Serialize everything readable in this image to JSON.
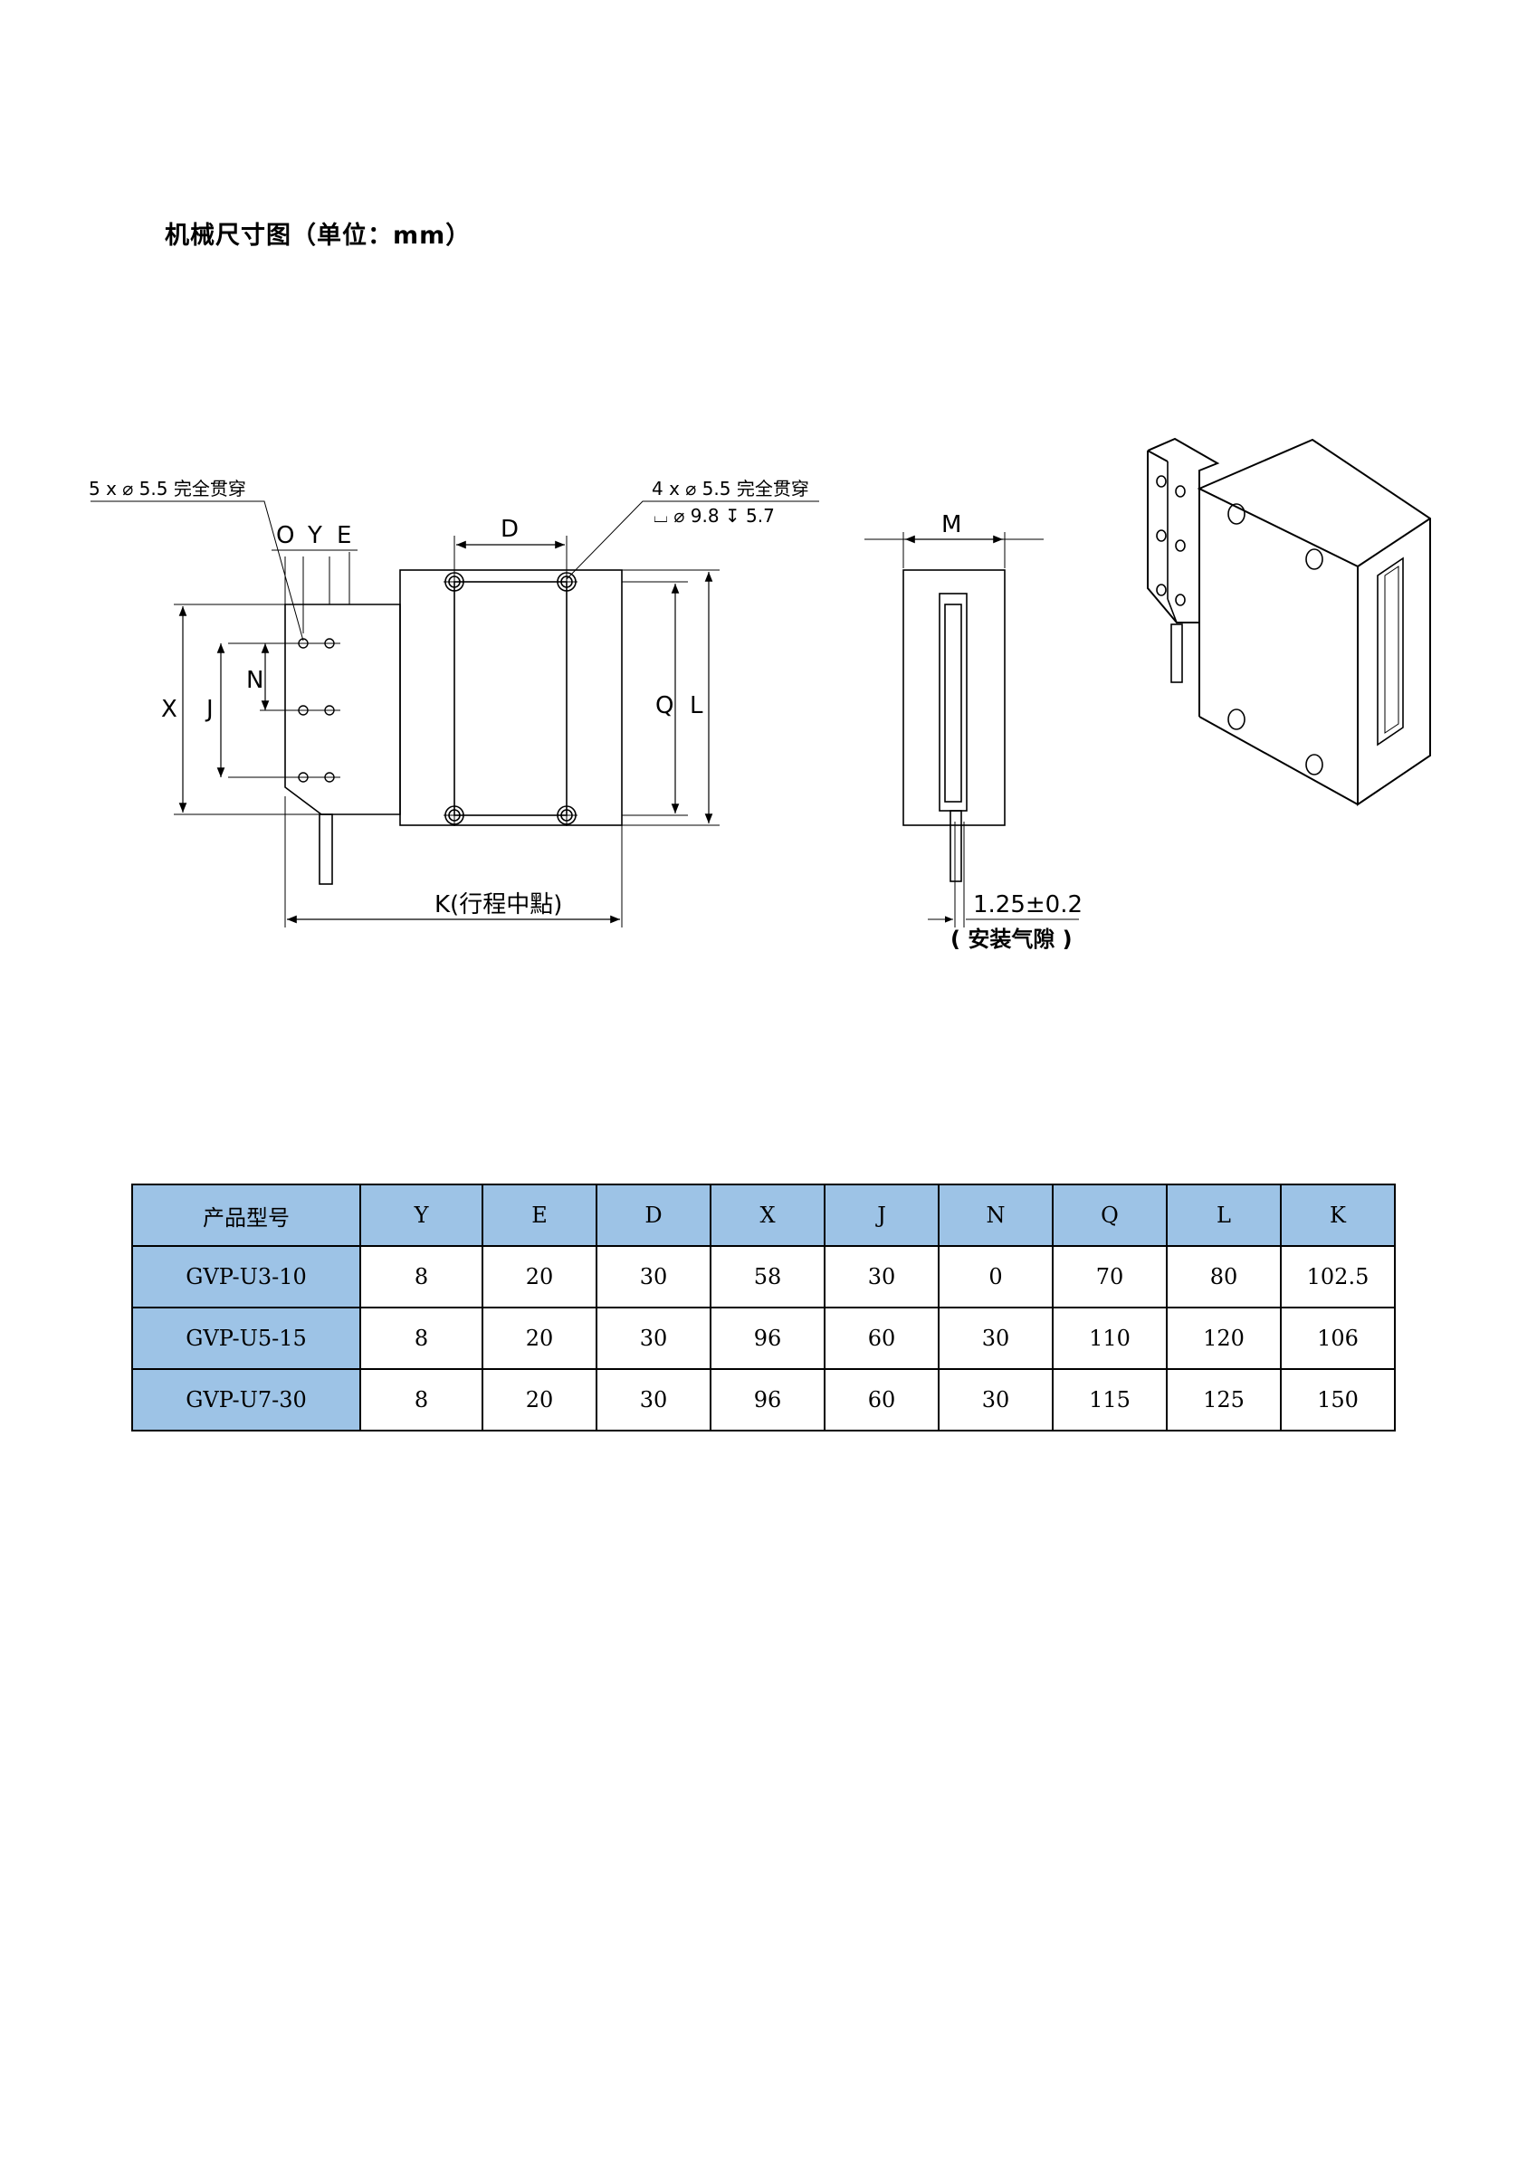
{
  "heading": "机械尺寸图（单位：mm）",
  "drawing": {
    "note_5x": "5 x ⌀ 5.5 完全贯穿",
    "note_4x": "4 x ⌀ 5.5 完全贯穿",
    "note_cbore": "⌴ ⌀ 9.8 ↧ 5.7",
    "labels": {
      "O": "O",
      "Y": "Y",
      "E": "E",
      "D": "D",
      "X": "X",
      "J": "J",
      "N": "N",
      "Q": "Q",
      "L": "L",
      "M": "M",
      "K": "K(行程中點)",
      "gap": "1.25±0.2",
      "gap_note": "( 安装气隙 )"
    }
  },
  "table": {
    "headers": [
      "产品型号",
      "Y",
      "E",
      "D",
      "X",
      "J",
      "N",
      "Q",
      "L",
      "K"
    ],
    "rows": [
      [
        "GVP-U3-10",
        "8",
        "20",
        "30",
        "58",
        "30",
        "0",
        "70",
        "80",
        "102.5"
      ],
      [
        "GVP-U5-15",
        "8",
        "20",
        "30",
        "96",
        "60",
        "30",
        "110",
        "120",
        "106"
      ],
      [
        "GVP-U7-30",
        "8",
        "20",
        "30",
        "96",
        "60",
        "30",
        "115",
        "125",
        "150"
      ]
    ]
  }
}
